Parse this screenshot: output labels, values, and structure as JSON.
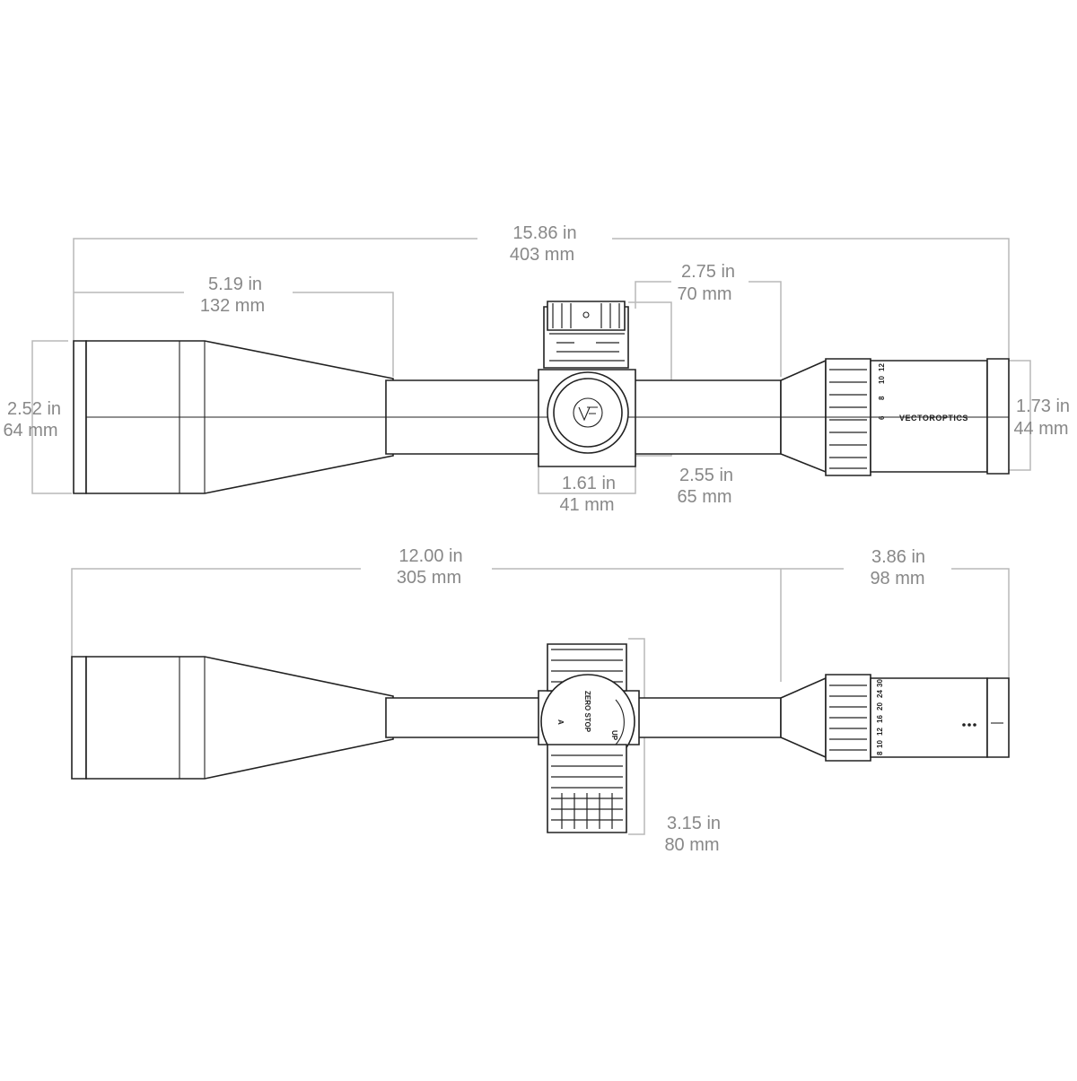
{
  "top_view": {
    "dimensions": {
      "overall_length": {
        "imperial": "15.86 in",
        "metric": "403 mm"
      },
      "objective_bell_length": {
        "imperial": "5.19 in",
        "metric": "132 mm"
      },
      "mount_length_front": {
        "imperial": "2.75 in",
        "metric": "70 mm"
      },
      "objective_diameter": {
        "imperial": "2.52 in",
        "metric": "64 mm"
      },
      "eyepiece_diameter": {
        "imperial": "1.73 in",
        "metric": "44 mm"
      },
      "turret_width": {
        "imperial": "1.61 in",
        "metric": "41 mm"
      },
      "mount_length_rear": {
        "imperial": "2.55 in",
        "metric": "65 mm"
      }
    },
    "brand_text": "VECTOROPTICS",
    "power_ring_marks": [
      "6",
      "8",
      "10",
      "12"
    ]
  },
  "side_view": {
    "dimensions": {
      "front_to_power_ring": {
        "imperial": "12.00 in",
        "metric": "305 mm"
      },
      "eyepiece_length": {
        "imperial": "3.86 in",
        "metric": "98 mm"
      },
      "turret_height": {
        "imperial": "3.15 in",
        "metric": "80 mm"
      }
    },
    "turret_labels": {
      "zero_stop": "ZERO STOP",
      "up": "UP",
      "arrow": "A"
    },
    "power_ring_marks": [
      "8",
      "10",
      "12",
      "16",
      "20",
      "24",
      "30"
    ]
  },
  "colors": {
    "dimension_text": "#888888",
    "dimension_line": "#b9b9b9",
    "outline": "#222222"
  }
}
